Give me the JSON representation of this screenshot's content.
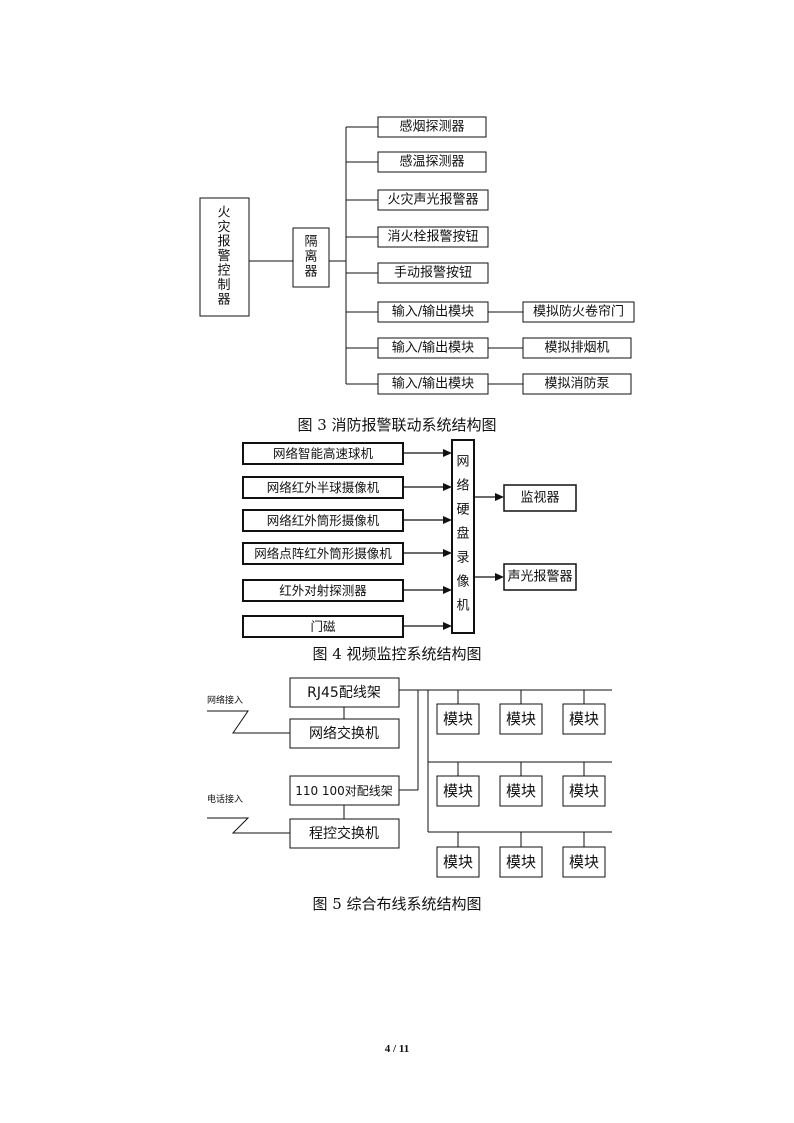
{
  "fig3": {
    "caption": "图 3 消防报警联动系统结构图",
    "controller": [
      "火",
      "灾",
      "报",
      "警",
      "控",
      "制",
      "器"
    ],
    "isolator": [
      "隔",
      "离",
      "器"
    ],
    "devices": [
      "感烟探测器",
      "感温探测器",
      "火灾声光报警器",
      "消火栓报警按钮",
      "手动报警按钮",
      "输入/输出模块",
      "输入/输出模块",
      "输入/输出模块"
    ],
    "linked": [
      "模拟防火卷帘门",
      "模拟排烟机",
      "模拟消防泵"
    ]
  },
  "fig4": {
    "caption": "图 4 视频监控系统结构图",
    "inputs": [
      "网络智能高速球机",
      "网络红外半球摄像机",
      "网络红外筒形摄像机",
      "网络点阵红外筒形摄像机",
      "红外对射探测器",
      "门磁"
    ],
    "recorder": [
      "网",
      "络",
      "硬",
      "盘",
      "录",
      "像",
      "机"
    ],
    "outputs": [
      "监视器",
      "声光报警器"
    ]
  },
  "fig5": {
    "caption": "图 5 综合布线系统结构图",
    "rj45": "RJ45配线架",
    "switch": "网络交换机",
    "frame110": "110 100对配线架",
    "pbx": "程控交换机",
    "net_in": "网络接入",
    "phone_in": "电话接入",
    "module_label": "模块"
  },
  "page_number": "4 / 11"
}
